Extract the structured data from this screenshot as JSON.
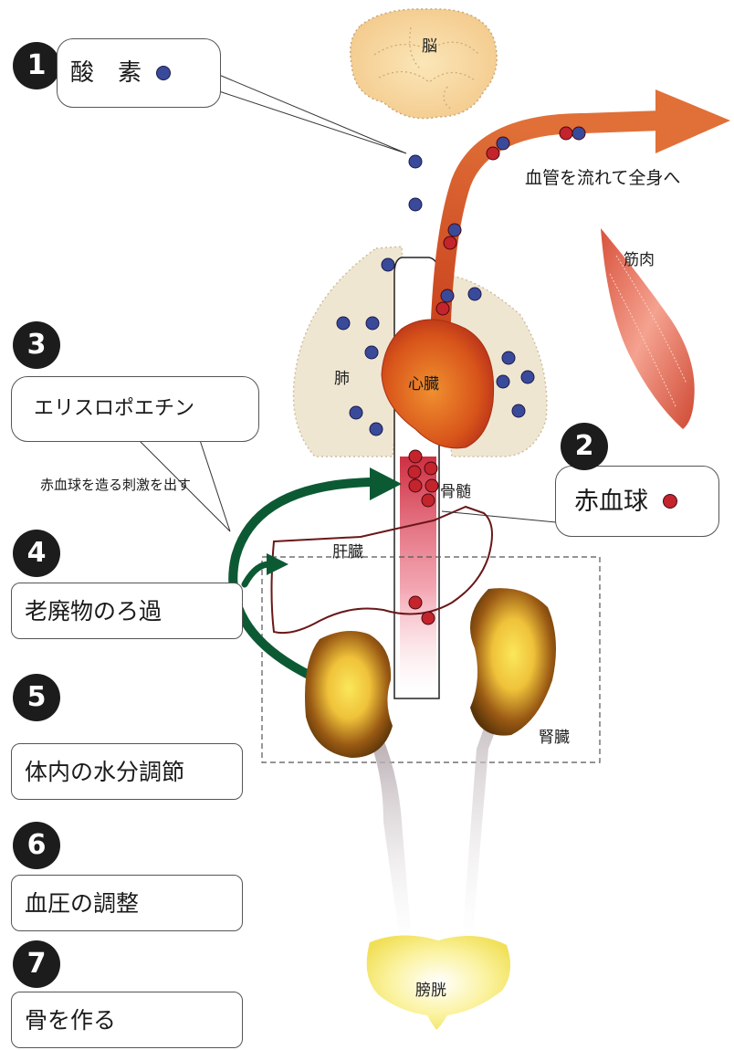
{
  "items": [
    {
      "number": "1",
      "label": "酸　素"
    },
    {
      "number": "2",
      "label": "赤血球"
    },
    {
      "number": "3",
      "label": "エリスロポエチン",
      "note": "赤血球を造る刺激を出す"
    },
    {
      "number": "4",
      "label": "老廃物のろ過"
    },
    {
      "number": "5",
      "label": "体内の水分調節"
    },
    {
      "number": "6",
      "label": "血圧の調整"
    },
    {
      "number": "7",
      "label": "骨を作る"
    }
  ],
  "organs": {
    "brain": "脳",
    "lung": "肺",
    "heart": "心臓",
    "bone_marrow": "骨髄",
    "liver": "肝臓",
    "kidney": "腎臓",
    "muscle": "筋肉",
    "bladder": "膀胱"
  },
  "flow_caption": "血管を流れて全身へ",
  "colors": {
    "oxygen": "#3a4a9a",
    "red_cell": "#c4242c",
    "arrow_green": "#0c5a34",
    "artery": "#dd6a34",
    "lung": "#efe6d2",
    "kidney_dark": "#5a3408",
    "kidney_light": "#f4d63a"
  }
}
